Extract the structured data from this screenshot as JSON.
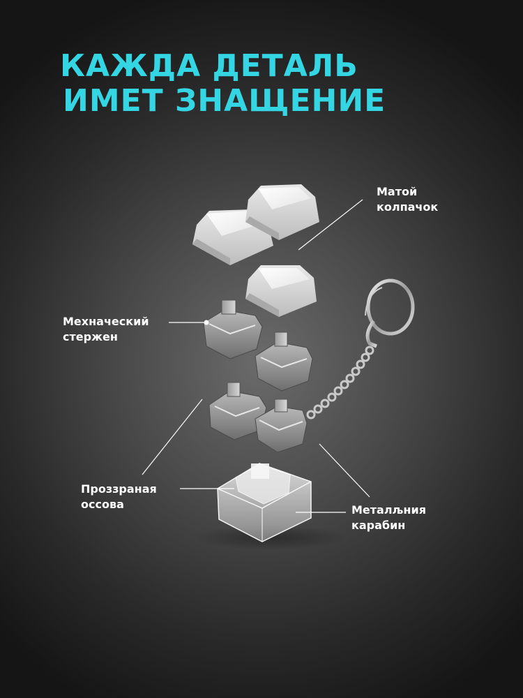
{
  "title": {
    "line1": "КАЖДА ДЕТАЛЬ",
    "line2": "ИМЕТ ЗНАЩЕНИЕ"
  },
  "labels": {
    "keycap": {
      "line1": "Матой",
      "line2": "колпачок"
    },
    "switch": {
      "line1": "Мехначеский",
      "line2": "стержен"
    },
    "base": {
      "line1": "Проззраная",
      "line2": "оссова"
    },
    "carabiner": {
      "line1": "Металљния",
      "line2": "карабин"
    }
  },
  "colors": {
    "accent": "#35d6e4",
    "label": "#ffffff",
    "background": "#4a4a4a"
  }
}
